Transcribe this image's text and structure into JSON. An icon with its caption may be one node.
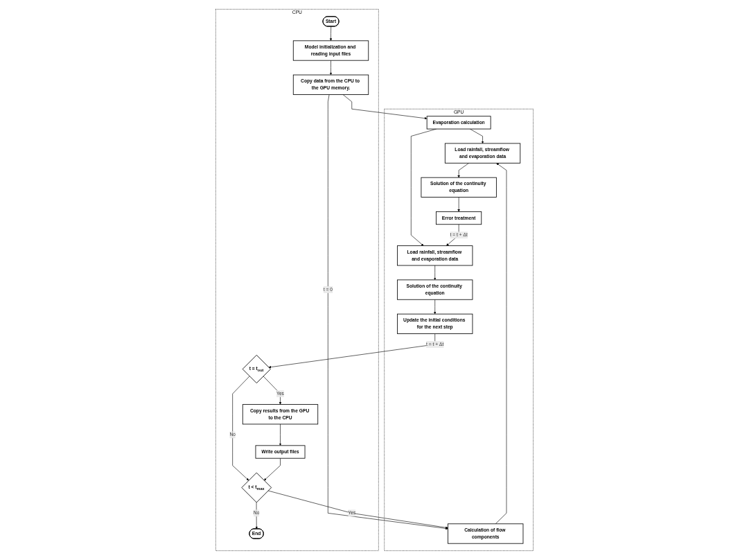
{
  "diagram": {
    "nodes": [
      {
        "text": [
          "CPU"
        ]
      },
      {
        "text": [
          "Start"
        ],
        "in": 0
      },
      {
        "text": [
          "Model initialization and reading input files"
        ],
        "in": 0
      },
      {
        "text": [
          "Copy data from the CPU to the GPU memory."
        ],
        "in": 0
      },
      {
        "text": [
          "t < t$_{max}$"
        ],
        "in": 0
      },
      {
        "text": [
          "Write output files"
        ],
        "in": 0
      },
      {
        "text": [
          "Copy results from the GPU to the CPU"
        ],
        "in": 0
      },
      {
        "text": [
          "t = t$_{out}$"
        ],
        "in": 0
      },
      {
        "text": [
          "End"
        ],
        "in": 0
      },
      {
        "text": [
          "GPU"
        ]
      },
      {
        "text": [
          "Evaporation calculation"
        ],
        "in": 9
      },
      {
        "text": [
          "Calculation of flow components"
        ],
        "in": 9
      },
      {
        "text": [
          "Load rainfall, streamflow and evaporation data"
        ],
        "in": 9
      },
      {
        "text": [
          "Solution of the continuity equation"
        ],
        "in": 9
      },
      {
        "text": [
          "Error treatment"
        ],
        "in": 9
      },
      {
        "text": [
          "Load rainfall, streamflow and evaporation data"
        ],
        "in": 9
      },
      {
        "text": [
          "Solution of the continuity equation"
        ],
        "in": 9
      },
      {
        "text": [
          "Update the initial conditions for the next step"
        ],
        "in": 9
      }
    ],
    "edges": [
      {
        "from": 1,
        "to": 2,
        "arrow": "to"
      },
      {
        "from": 2,
        "to": 3,
        "arrow": "to"
      },
      {
        "from": 3,
        "to": 10,
        "arrow": "to"
      },
      {
        "from": 3,
        "to": 11,
        "label": "t = 0",
        "arrow": "to"
      },
      {
        "from": 10,
        "to": 12,
        "arrow": "to"
      },
      {
        "from": 10,
        "to": 15,
        "arrow": "to"
      },
      {
        "from": 11,
        "to": 12,
        "arrow": "to"
      },
      {
        "from": 12,
        "to": 13,
        "arrow": "to"
      },
      {
        "from": 13,
        "to": 14,
        "arrow": "to"
      },
      {
        "from": 14,
        "to": 15,
        "label": "t = t + Δt",
        "arrow": "to"
      },
      {
        "from": 15,
        "to": 16,
        "arrow": "to"
      },
      {
        "from": 16,
        "to": 17,
        "arrow": "to"
      },
      {
        "from": 17,
        "to": 7,
        "label": "t = t + Δt",
        "arrow": "to"
      },
      {
        "from": 7,
        "to": 6,
        "label": "Yes",
        "arrow": "to"
      },
      {
        "from": 7,
        "to": 4,
        "label": "No",
        "arrow": "to"
      },
      {
        "from": 6,
        "to": 5,
        "arrow": "to"
      },
      {
        "from": 5,
        "to": 4,
        "arrow": "to"
      },
      {
        "from": 4,
        "to": 11,
        "label": "Yes",
        "arrow": "to"
      },
      {
        "from": 4,
        "to": 8,
        "label": "No",
        "arrow": "to"
      }
    ]
  }
}
